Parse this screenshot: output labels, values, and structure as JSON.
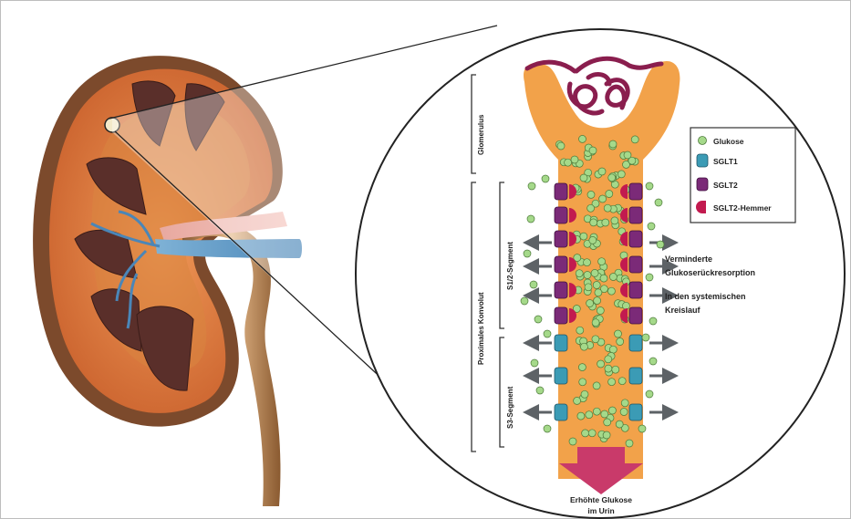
{
  "legend": {
    "glucose": "Glukose",
    "sglt1": "SGLT1",
    "sglt2": "SGLT2",
    "inhibitor": "SGLT2-Hemmer"
  },
  "annotations": {
    "reduced_line1": "Verminderte",
    "reduced_line2": "Glukoserückresorption",
    "circulation_line1": "In den systemischen",
    "circulation_line2": "Kreislauf",
    "urine_line1": "Erhöhte Glukose",
    "urine_line2": "im Urin"
  },
  "segments": {
    "glomerulus": "Glomerulus",
    "s1s2": "S1/2-Segment",
    "proximal": "Proximales Konvolut",
    "s3": "S3-Segment"
  },
  "colors": {
    "tubule": "#f2a24a",
    "glucose": "#a5d98a",
    "sglt1": "#3b9bb5",
    "sglt2": "#7b2a78",
    "inhibitor": "#c21a4f",
    "arrow": "#5d6266",
    "urine_arrow": "#c93a6a",
    "kidney_cortex": "#e07a3c",
    "pyramids": "#5a2f2a"
  }
}
